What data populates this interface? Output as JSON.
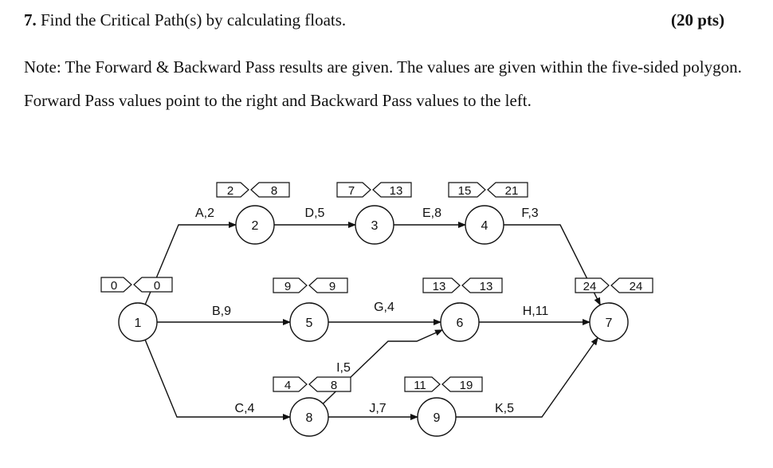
{
  "question": {
    "number": "7.",
    "title": "Find the Critical Path(s) by calculating floats.",
    "points": "(20 pts)",
    "note": "Note: The Forward & Backward Pass results are given. The values are given within the five-sided polygon. Forward Pass values point to the right and Backward Pass values to the left."
  },
  "diagram": {
    "nodes": [
      {
        "id": "1",
        "label": "1",
        "forward": "0",
        "backward": "0"
      },
      {
        "id": "2",
        "label": "2",
        "forward": "2",
        "backward": "8"
      },
      {
        "id": "3",
        "label": "3",
        "forward": "7",
        "backward": "13"
      },
      {
        "id": "4",
        "label": "4",
        "forward": "15",
        "backward": "21"
      },
      {
        "id": "5",
        "label": "5",
        "forward": "9",
        "backward": "9"
      },
      {
        "id": "6",
        "label": "6",
        "forward": "13",
        "backward": "13"
      },
      {
        "id": "7",
        "label": "7",
        "forward": "24",
        "backward": "24"
      },
      {
        "id": "8",
        "label": "8",
        "forward": "4",
        "backward": "8"
      },
      {
        "id": "9",
        "label": "9",
        "forward": "11",
        "backward": "19"
      }
    ],
    "activities": [
      {
        "id": "A",
        "label": "A,2",
        "from": "1",
        "to": "2"
      },
      {
        "id": "B",
        "label": "B,9",
        "from": "1",
        "to": "5"
      },
      {
        "id": "C",
        "label": "C,4",
        "from": "1",
        "to": "8"
      },
      {
        "id": "D",
        "label": "D,5",
        "from": "2",
        "to": "3"
      },
      {
        "id": "E",
        "label": "E,8",
        "from": "3",
        "to": "4"
      },
      {
        "id": "F",
        "label": "F,3",
        "from": "4",
        "to": "7"
      },
      {
        "id": "G",
        "label": "G,4",
        "from": "5",
        "to": "6"
      },
      {
        "id": "H",
        "label": "H,11",
        "from": "6",
        "to": "7"
      },
      {
        "id": "I",
        "label": "I,5",
        "from": "8",
        "to": "6"
      },
      {
        "id": "J",
        "label": "J,7",
        "from": "8",
        "to": "9"
      },
      {
        "id": "K",
        "label": "K,5",
        "from": "9",
        "to": "7"
      }
    ]
  }
}
